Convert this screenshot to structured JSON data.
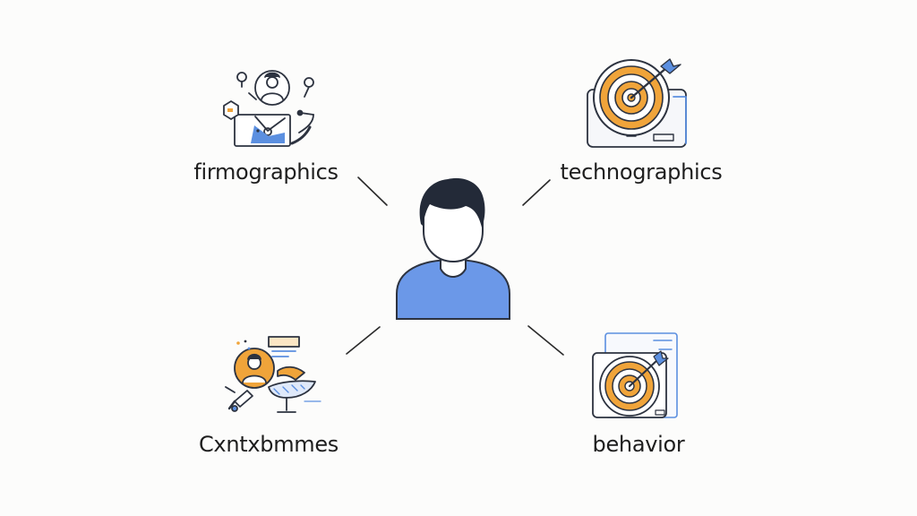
{
  "nodes": {
    "top_left": {
      "label": "firmographics",
      "icon": "firmographics-icon"
    },
    "top_right": {
      "label": "technographics",
      "icon": "target-icon"
    },
    "bottom_left": {
      "label": "Cxntxbmmes",
      "icon": "customer-profile-icon"
    },
    "bottom_right": {
      "label": "behavior",
      "icon": "target-dashboard-icon"
    },
    "center": {
      "icon": "person-icon"
    }
  },
  "colors": {
    "outline": "#2d3340",
    "accent_orange": "#f0a43a",
    "accent_blue": "#5b8fe0",
    "person_shirt": "#6b98e8",
    "person_hair": "#232a38",
    "connector": "#2a2a2a"
  }
}
